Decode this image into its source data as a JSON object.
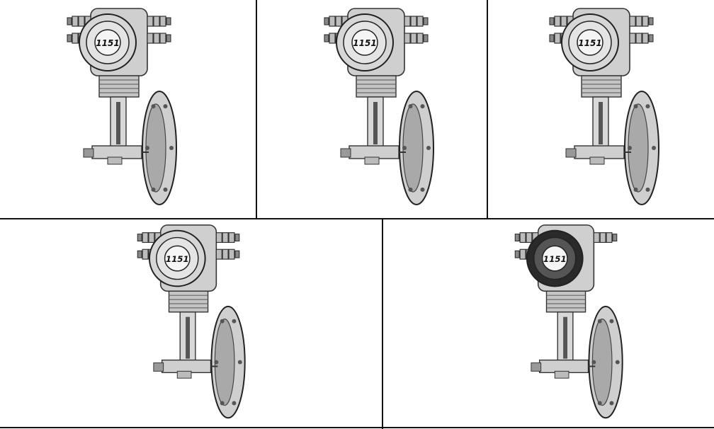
{
  "figure": {
    "panels": [
      {
        "id": "panel-1",
        "dial_label": "1151",
        "variant": "standard"
      },
      {
        "id": "panel-2",
        "dial_label": "1151",
        "variant": "standard"
      },
      {
        "id": "panel-3",
        "dial_label": "1151",
        "variant": "standard"
      },
      {
        "id": "panel-4",
        "dial_label": "1151",
        "variant": "standard"
      },
      {
        "id": "panel-5",
        "dial_label": "1151",
        "variant": "dark-cover"
      }
    ]
  }
}
